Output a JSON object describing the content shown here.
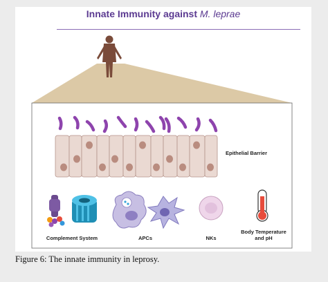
{
  "figure": {
    "title_main": "Innate Immunity against ",
    "title_italic": "M. leprae",
    "labels": {
      "epithelial": "Epithelial Barrier",
      "complement": "Complement System",
      "apcs": "APCs",
      "nks": "NKs",
      "temp_line1": "Body Temperature",
      "temp_line2": "and pH"
    },
    "caption_prefix": "Figure 6:",
    "caption_text": " The innate immunity in leprosy.",
    "colors": {
      "title": "#5b3a91",
      "bacilli": "#8e44ad",
      "cell_fill": "#ead9d2",
      "nucleus": "#b98c7f",
      "body": "#7a4b3a"
    }
  }
}
